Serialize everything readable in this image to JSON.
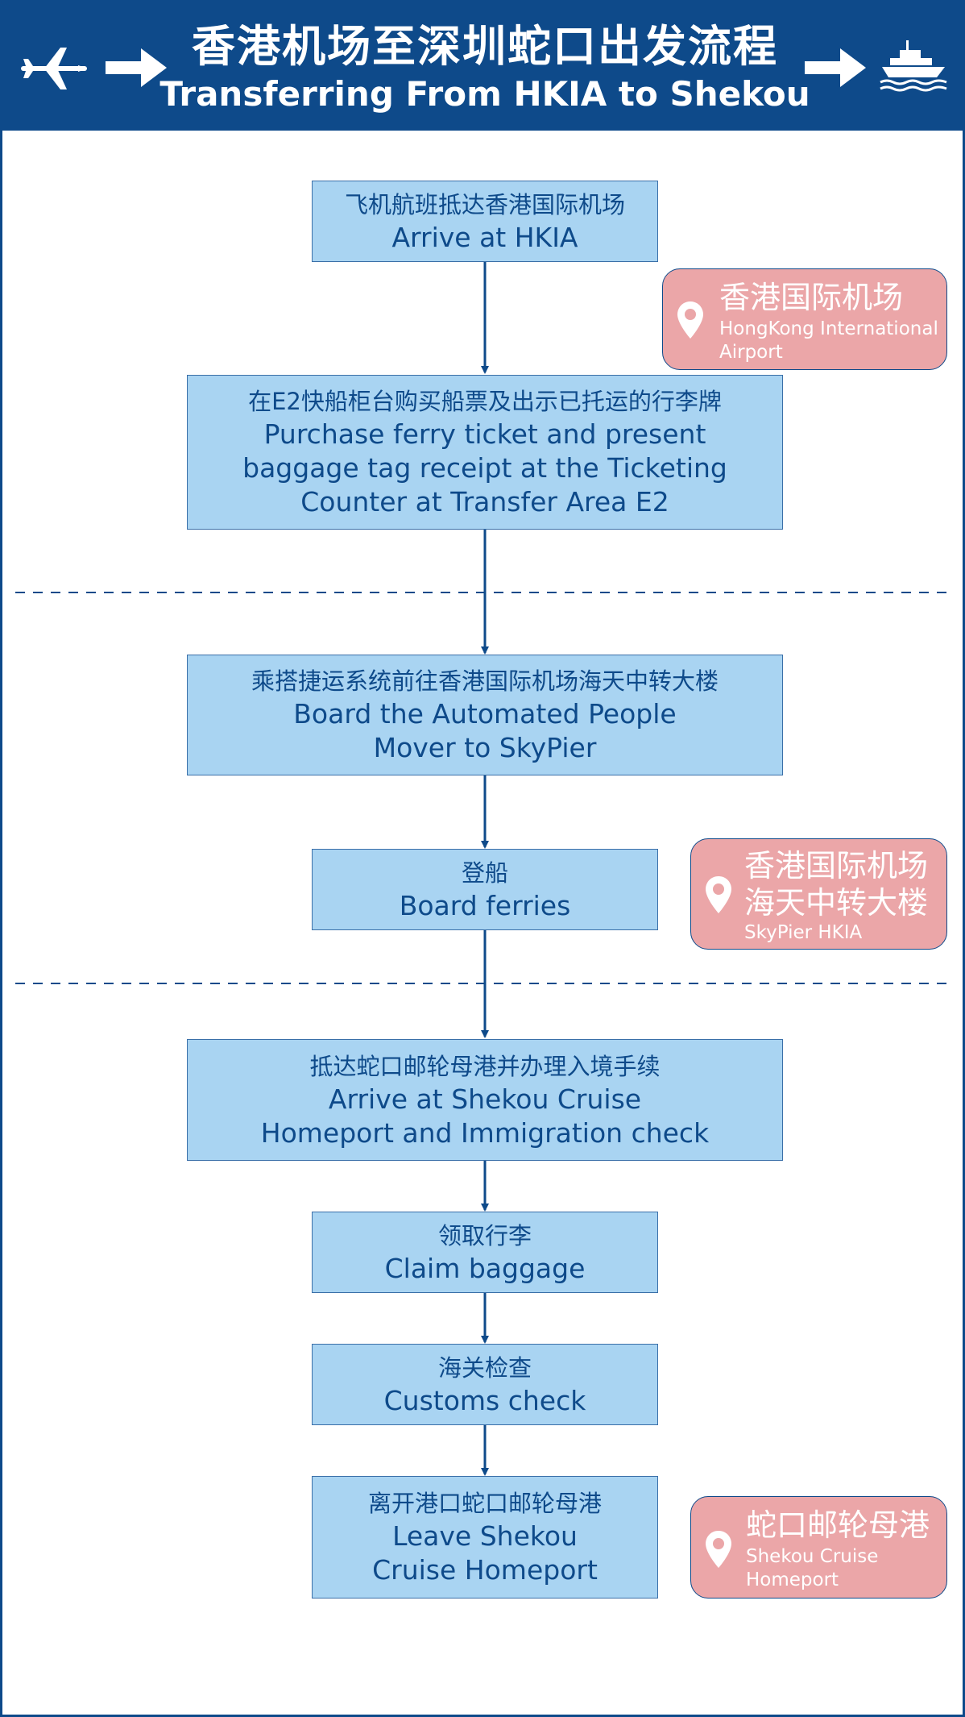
{
  "header": {
    "title_zh": "香港机场至深圳蛇口出发流程",
    "title_en": "Transferring From HKIA to Shekou",
    "left_icons": [
      "plane-icon",
      "arrow-right-icon"
    ],
    "right_icons": [
      "arrow-right-icon",
      "ship-icon"
    ]
  },
  "steps": [
    {
      "zh": "飞机航班抵达香港国际机场",
      "en": "Arrive at HKIA"
    },
    {
      "zh": "在E2快船柜台购买船票及出示已托运的行李牌",
      "en": "Purchase ferry ticket and present baggage tag receipt at the Ticketing Counter at Transfer Area E2"
    },
    {
      "zh": "乘搭捷运系统前往香港国际机场海天中转大楼",
      "en": "Board the Automated People Mover to SkyPier"
    },
    {
      "zh": "登船",
      "en": "Board ferries"
    },
    {
      "zh": "抵达蛇口邮轮母港并办理入境手续",
      "en": "Arrive at Shekou Cruise Homeport and Immigration check"
    },
    {
      "zh": "领取行李",
      "en": "Claim baggage"
    },
    {
      "zh": "海关检查",
      "en": "Customs check"
    },
    {
      "zh": "离开港口蛇口邮轮母港",
      "en": "Leave Shekou Cruise Homeport"
    }
  ],
  "locations": [
    {
      "zh": "香港国际机场",
      "en": "HongKong International Airport",
      "icon": "location-pin-icon"
    },
    {
      "zh": "香港国际机场海天中转大楼",
      "en": "SkyPier HKIA",
      "icon": "location-pin-icon"
    },
    {
      "zh": "蛇口邮轮母港",
      "en": "Shekou Cruise Homeport",
      "icon": "location-pin-icon"
    }
  ],
  "colors": {
    "header_bg": "#0e4a8a",
    "step_fill": "#a9d4f2",
    "step_text": "#0e4a8a",
    "location_fill": "#eba6a8",
    "location_text": "#ffffff",
    "arrow": "#0e4a8a"
  }
}
